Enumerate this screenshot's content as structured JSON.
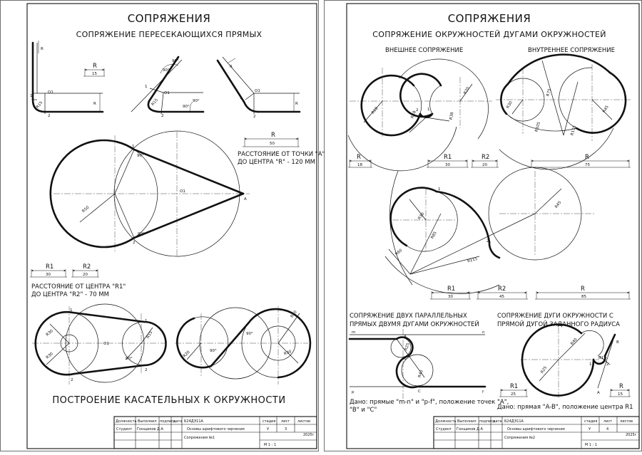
{
  "sheet1": {
    "title": "СОПРЯЖЕНИЯ",
    "subtitle": "СОПРЯЖЕНИЕ ПЕРЕСЕКАЮЩИХСЯ ПРЯМЫХ",
    "bottom_title": "ПОСТРОЕНИЕ КАСАТЕЛЬНЫХ К ОКРУЖНОСТИ",
    "note_a_line1": "РАССТОЯНИЕ ОТ ТОЧКИ \"А\"",
    "note_a_line2": "ДО ЦЕНТРА \"R\" - 120 ММ",
    "note_r_line1": "РАССТОЯНИЕ ОТ ЦЕНТРА \"R1\"",
    "note_r_line2": "ДО ЦЕНТРА \"R2\" - 70 ММ",
    "dims": {
      "r_label": "R",
      "r_value": "15",
      "big_r_label": "R",
      "big_r_value": "50",
      "r1_label": "R1",
      "r1_value": "30",
      "r2_label": "R2",
      "r2_value": "20"
    },
    "marks": {
      "o1": "О1",
      "a": "А",
      "one": "1",
      "two": "2",
      "r": "R",
      "deg90": "90°",
      "r50": "R50",
      "r30": "R30",
      "r20": "R20",
      "r15": "R15"
    },
    "titleblock": {
      "h_role": "Должность",
      "h_done": "Выполнил",
      "h_sign": "подпись",
      "h_date": "дата",
      "role": "Студент",
      "student": "Гонщиков Д.А",
      "group": "Б24ДЭ11А",
      "subject": "Основы шрифтового черчения",
      "work": "Сопряжения №1",
      "year": "2025г",
      "h_stage": "стадия",
      "h_sheet": "лист",
      "h_sheets": "листов",
      "stage": "У",
      "sheet": "3",
      "scale": "М 1 : 1"
    }
  },
  "sheet2": {
    "title": "СОПРЯЖЕНИЯ",
    "subtitle": "СОПРЯЖЕНИЕ ОКРУЖНОСТЕЙ ДУГАМИ ОКРУЖНОСТЕЙ",
    "outer_label": "ВНЕШНЕЕ СОПРЯЖЕНИЕ",
    "inner_label": "ВНУТРЕННЕЕ СОПРЯЖЕНИЕ",
    "parallel_line1": "СОПРЯЖЕНИЕ ДВУХ ПАРАЛЛЕЛЬНЫХ",
    "parallel_line2": "ПРЯМЫХ ДВУМЯ ДУГАМИ ОКРУЖНОСТЕЙ",
    "arc_line1": "СОПРЯЖЕНИЕ ДУГИ ОКРУЖНОСТИ С",
    "arc_line2": "ПРЯМОЙ ДУГОЙ ЗАДАННОГО РАДИУСА",
    "given_parallel_line1": "Дано: прямые \"m-n\" и \"p-f\", положение точек \"A\",",
    "given_parallel_line2": "\"B\" и \"C\"",
    "given_arc": "Дано: прямая \"A-B\", положение центра R1",
    "dims": {
      "outer_r_label": "R",
      "outer_r_value": "18",
      "outer_r1_label": "R1",
      "outer_r1_value": "30",
      "outer_r2_label": "R2",
      "outer_r2_value": "20",
      "inner_r_label": "R",
      "inner_r_value": "75",
      "mid_r1_label": "R1",
      "mid_r1_value": "30",
      "mid_r2_label": "R2",
      "mid_r2_value": "45",
      "mid_r_label": "R",
      "mid_r_value": "85",
      "arc_r1_label": "R1",
      "arc_r1_value": "25",
      "arc_r_label": "R",
      "arc_r_value": "15"
    },
    "marks": {
      "r18": "R18",
      "r30": "R30",
      "r20": "R20",
      "r48": "R48",
      "r38": "R38",
      "r75": "R75",
      "r45": "R45",
      "r105": "R105",
      "r85": "R85",
      "r115": "R115",
      "r60": "R60",
      "r25": "R25",
      "r40": "R40",
      "r15": "R15",
      "one": "1",
      "two": "2",
      "three": "3",
      "four": "4",
      "m": "m",
      "n": "n",
      "p": "p",
      "f": "f",
      "a": "A",
      "b": "B",
      "c": "C"
    },
    "titleblock": {
      "h_role": "Должность",
      "h_done": "Выполнил",
      "h_sign": "подпись",
      "h_date": "дата",
      "role": "Студент",
      "student": "Гонщиков Д.А",
      "group": "Б24ДЭ11А",
      "subject": "Основы шрифтового черчения",
      "work": "Сопряжения №2",
      "year": "2025г",
      "h_stage": "стадия",
      "h_sheet": "лист",
      "h_sheets": "листов",
      "stage": "У",
      "sheet": "4",
      "scale": "М 1 : 1"
    }
  }
}
